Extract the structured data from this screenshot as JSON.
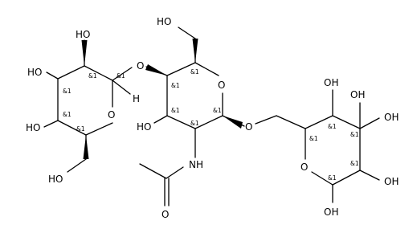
{
  "atom_labels": {
    "oh_gal_top": "HO",
    "oh_gal_2": "HO",
    "oh_gal_3": "HO",
    "oh_gal_4": "HO",
    "h_gal": "H",
    "o_gal_ring": "O",
    "o_link_1": "O",
    "oh_mid_ch2": "HO",
    "o_mid_ring": "O",
    "oh_mid": "HO",
    "o_link_2": "O",
    "nh_acetyl": "NH",
    "o_carbonyl": "O",
    "oh_right_top1": "OH",
    "oh_right_top2": "OH",
    "oh_right_side": "OH",
    "oh_right_bottom": "OH",
    "o_right_ring": "O",
    "oh_right_anomeric": "OH"
  },
  "stereo_label": "&1"
}
